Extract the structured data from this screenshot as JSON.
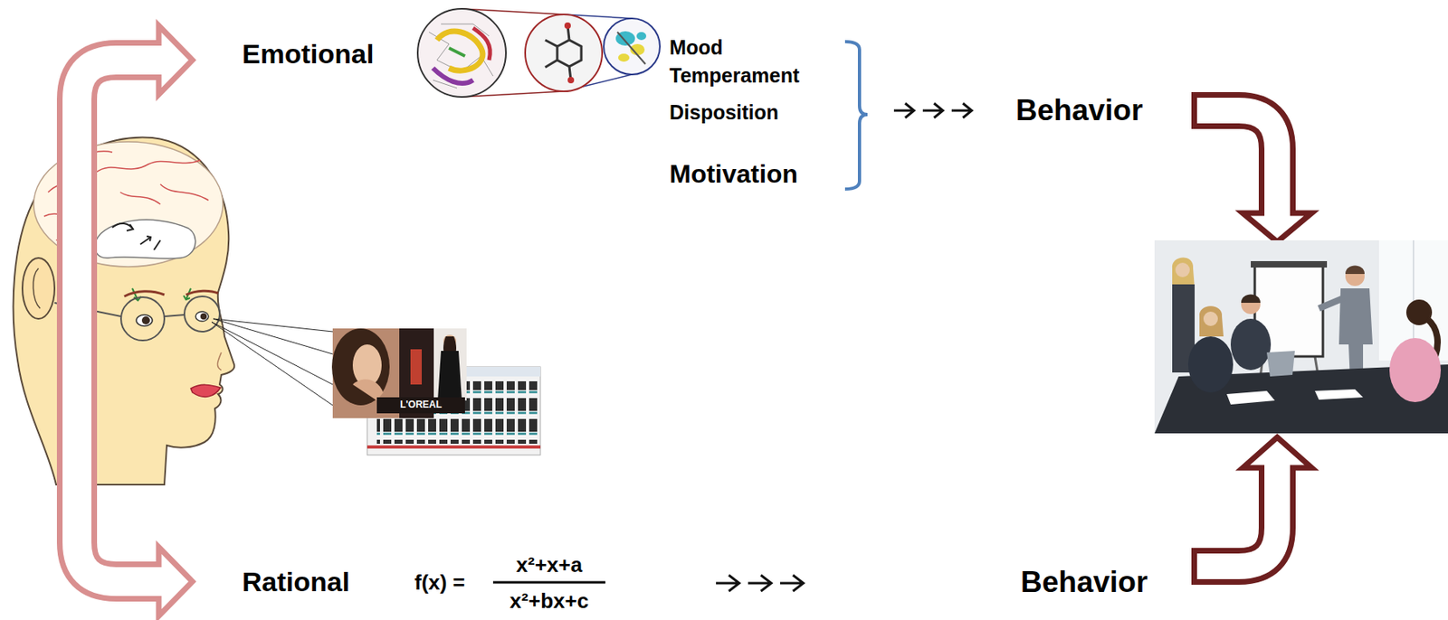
{
  "diagram": {
    "labels": [
      "Emotional",
      "Mood",
      "Temperament",
      "Disposition",
      "Motivation",
      "Behavior",
      "Rational",
      "f(x) =",
      "x²+x+a",
      "x²+bx+c",
      "Behavior",
      "L'OREAL"
    ]
  }
}
